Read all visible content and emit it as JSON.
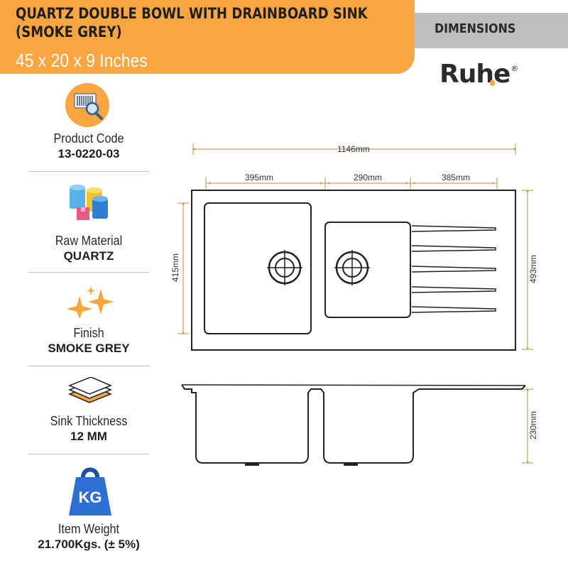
{
  "header": {
    "title_line1": "QUARTZ DOUBLE BOWL WITH DRAINBOARD SINK",
    "title_line2": "(SMOKE GREY)",
    "subtitle": "45 x 20 x 9 Inches"
  },
  "dimensions_tab": {
    "label": "DIMENSIONS"
  },
  "brand": {
    "name": "Ruhe",
    "mark": "®"
  },
  "colors": {
    "accent": "#f7a642",
    "tab_grey": "#bebebe",
    "line": "#222222",
    "divider": "#e5b27a",
    "weight_blue": "#2d6fd3"
  },
  "specs": [
    {
      "label": "Product Code",
      "value": "13-0220-03",
      "icon": "barcode-magnifier-icon"
    },
    {
      "label": "Raw Material",
      "value": "QUARTZ",
      "icon": "material-barrels-icon"
    },
    {
      "label": "Finish",
      "value": "SMOKE GREY",
      "icon": "sparkle-stars-icon"
    },
    {
      "label": "Sink Thickness",
      "value": "12 MM",
      "icon": "layered-sheets-icon"
    },
    {
      "label": "Item Weight",
      "value": "21.700Kgs. (± 5%)",
      "icon": "kg-weight-icon"
    }
  ],
  "weight_icon_text": "KG",
  "drawing": {
    "overall_width": "1146mm",
    "left_bowl_width": "395mm",
    "right_bowl_width": "290mm",
    "drainboard_width": "385mm",
    "bowl_length": "415mm",
    "overall_length": "493mm",
    "depth": "230mm"
  }
}
